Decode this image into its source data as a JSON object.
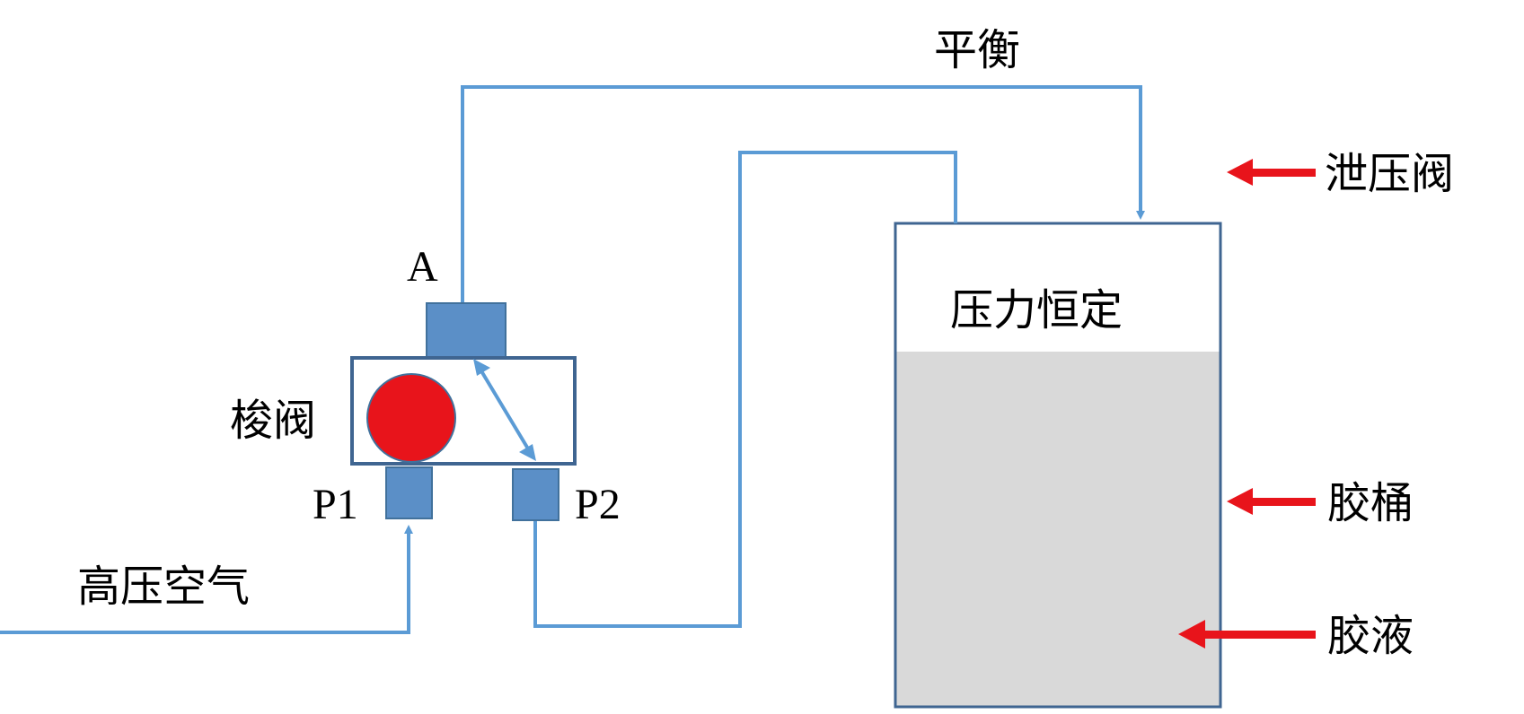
{
  "labels": {
    "balance": "平衡",
    "relief_valve": "泄压阀",
    "port_a": "A",
    "shuttle_valve": "梭阀",
    "port_p1": "P1",
    "port_p2": "P2",
    "high_pressure_air": "高压空气",
    "constant_pressure": "压力恒定",
    "glue_bucket": "胶桶",
    "glue_liquid": "胶液"
  },
  "colors": {
    "pipe": "#5b9bd5",
    "port_fill": "#5b8fc7",
    "port_stroke": "#41719c",
    "box_stroke": "#3f6591",
    "ball": "#e8141b",
    "arrow": "#e8141b",
    "liquid": "#d9d9d9"
  }
}
